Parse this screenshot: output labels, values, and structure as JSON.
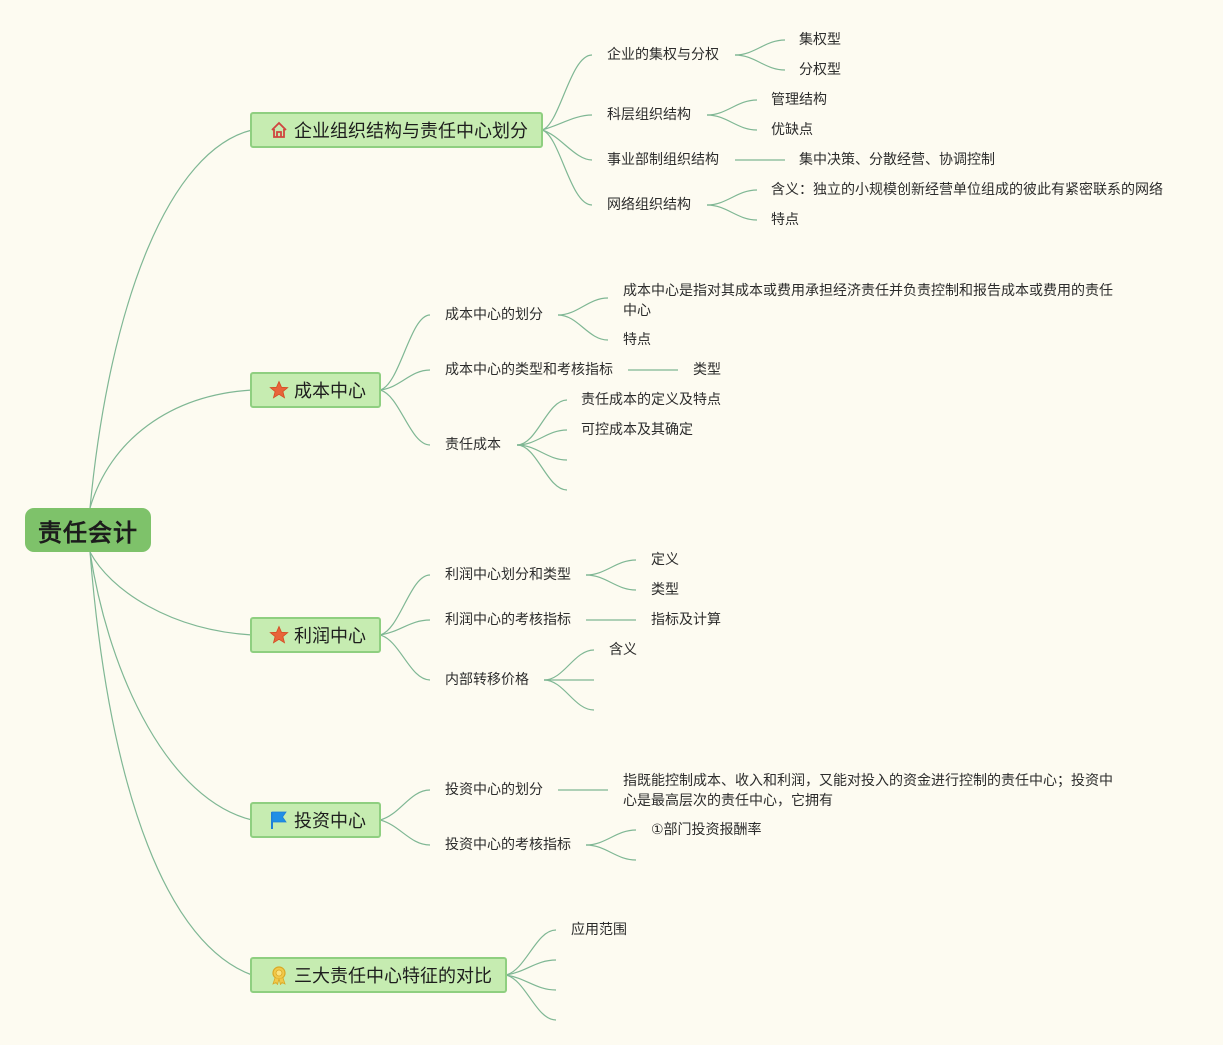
{
  "root": {
    "label": "责任会计"
  },
  "branches": [
    {
      "label": "企业组织结构与责任中心划分",
      "icon": "house-icon",
      "children": [
        {
          "label": "企业的集权与分权",
          "children": [
            "集权型",
            "分权型"
          ]
        },
        {
          "label": "科层组织结构",
          "children": [
            "管理结构",
            "优缺点"
          ]
        },
        {
          "label": "事业部制组织结构",
          "children": [
            "集中决策、分散经营、协调控制"
          ]
        },
        {
          "label": "网络组织结构",
          "children": [
            "含义：独立的小规模创新经营单位组成的彼此有紧密联系的网络",
            "特点"
          ]
        }
      ]
    },
    {
      "label": "成本中心",
      "icon": "star-icon",
      "children": [
        {
          "label": "成本中心的划分",
          "children": [
            "成本中心是指对其成本或费用承担经济责任并负责控制和报告成本或费用的责任中心",
            "特点"
          ]
        },
        {
          "label": "成本中心的类型和考核指标",
          "children": [
            "类型"
          ]
        },
        {
          "label": "责任成本",
          "children": [
            "责任成本的定义及特点",
            "可控成本及其确定",
            "",
            ""
          ]
        }
      ]
    },
    {
      "label": "利润中心",
      "icon": "star-icon",
      "children": [
        {
          "label": "利润中心划分和类型",
          "children": [
            "定义",
            "类型"
          ]
        },
        {
          "label": "利润中心的考核指标",
          "children": [
            "指标及计算"
          ]
        },
        {
          "label": "内部转移价格",
          "children": [
            "含义",
            "",
            ""
          ]
        }
      ]
    },
    {
      "label": "投资中心",
      "icon": "flag-icon",
      "children": [
        {
          "label": "投资中心的划分",
          "children": [
            "指既能控制成本、收入和利润，又能对投入的资金进行控制的责任中心；投资中心是最高层次的责任中心，它拥有"
          ]
        },
        {
          "label": "投资中心的考核指标",
          "children": [
            "①部门投资报酬率",
            ""
          ]
        }
      ]
    },
    {
      "label": "三大责任中心特征的对比",
      "icon": "award-ribbon-icon",
      "children": [
        {
          "label": "应用范围",
          "children": []
        },
        {
          "label": "",
          "children": []
        },
        {
          "label": "",
          "children": []
        },
        {
          "label": "",
          "children": []
        }
      ]
    }
  ],
  "colors": {
    "background": "#fdfbf1",
    "root_fill": "#7ec26a",
    "branch_fill": "#c6ecb1",
    "branch_border": "#8fcf80",
    "connector": "#7fb794"
  }
}
